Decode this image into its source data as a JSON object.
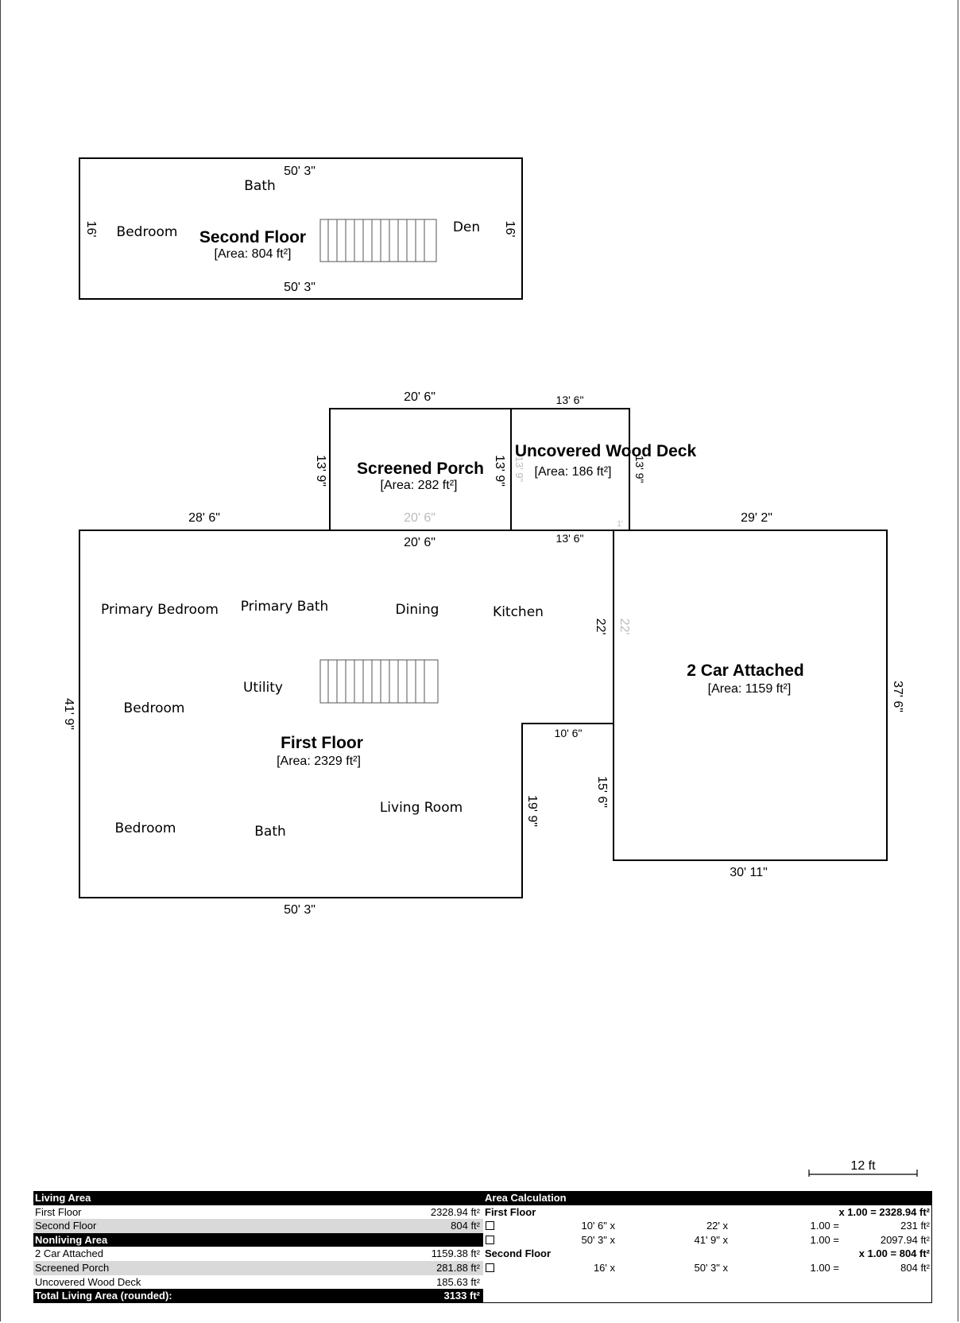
{
  "second_floor": {
    "title": "Second Floor",
    "area_label": "[Area: 804 ft²]",
    "dims": {
      "top": "50' 3\"",
      "bottom": "50' 3\"",
      "left": "16'",
      "right": "16'"
    },
    "rooms": [
      "Bath",
      "Bedroom",
      "Den"
    ]
  },
  "first_floor": {
    "title": "First Floor",
    "area_label": "[Area: 2329 ft²]",
    "dims": {
      "top_left": "28' 6\"",
      "top_mid": "20' 6\"",
      "top_mid_right": "13' 6\"",
      "left": "41' 9\"",
      "bottom": "50' 3\"",
      "step_horizontal": "10' 6\"",
      "step_vertical": "19' 9\"",
      "east_wall": "22'",
      "east_wall_ghost": "22'"
    },
    "rooms": [
      "Primary Bedroom",
      "Primary Bath",
      "Dining",
      "Kitchen",
      "Utility",
      "Bedroom",
      "Bedroom",
      "Bath",
      "Living Room"
    ]
  },
  "screened_porch": {
    "title": "Screened Porch",
    "area_label": "[Area: 282 ft²]",
    "dims": {
      "top": "20' 6\"",
      "bottom_ghost": "20' 6\"",
      "left": "13' 9\"",
      "right": "13' 9\""
    }
  },
  "wood_deck": {
    "title": "Uncovered Wood Deck",
    "area_label": "[Area: 186 ft²]",
    "dims": {
      "top": "13' 6\"",
      "right": "13' 9\"",
      "left_ghost": "13' 9\"",
      "corner_ghost": "1'"
    }
  },
  "garage": {
    "title": "2 Car Attached",
    "area_label": "[Area: 1159 ft²]",
    "dims": {
      "top": "29' 2\"",
      "bottom": "30' 11\"",
      "right": "37' 6\"",
      "left_lower": "15' 6\""
    }
  },
  "scale": {
    "label": "12 ft"
  },
  "area_table": {
    "living_header": "Living Area",
    "calc_header": "Area Calculation",
    "living_rows": [
      {
        "name": "First Floor",
        "value": "2328.94 ft²"
      },
      {
        "name": "Second Floor",
        "value": "804 ft²"
      }
    ],
    "nonliving_header": "Nonliving Area",
    "nonliving_rows": [
      {
        "name": "2 Car Attached",
        "value": "1159.38 ft²"
      },
      {
        "name": "Screened Porch",
        "value": "281.88 ft²"
      },
      {
        "name": "Uncovered Wood Deck",
        "value": "185.63 ft²"
      }
    ],
    "total_label": "Total Living Area (rounded):",
    "total_value": "3133 ft²",
    "calc_sections": [
      {
        "name": "First Floor",
        "total": "x 1.00 = 2328.94 ft²",
        "rows": [
          {
            "a": "10' 6\" x",
            "b": "22' x",
            "c": "1.00 =",
            "d": "231 ft²"
          },
          {
            "a": "50' 3\" x",
            "b": "41' 9\" x",
            "c": "1.00 =",
            "d": "2097.94 ft²"
          }
        ]
      },
      {
        "name": "Second Floor",
        "total": "x 1.00 = 804 ft²",
        "rows": [
          {
            "a": "16' x",
            "b": "50' 3\" x",
            "c": "1.00 =",
            "d": "804 ft²"
          }
        ]
      }
    ]
  }
}
